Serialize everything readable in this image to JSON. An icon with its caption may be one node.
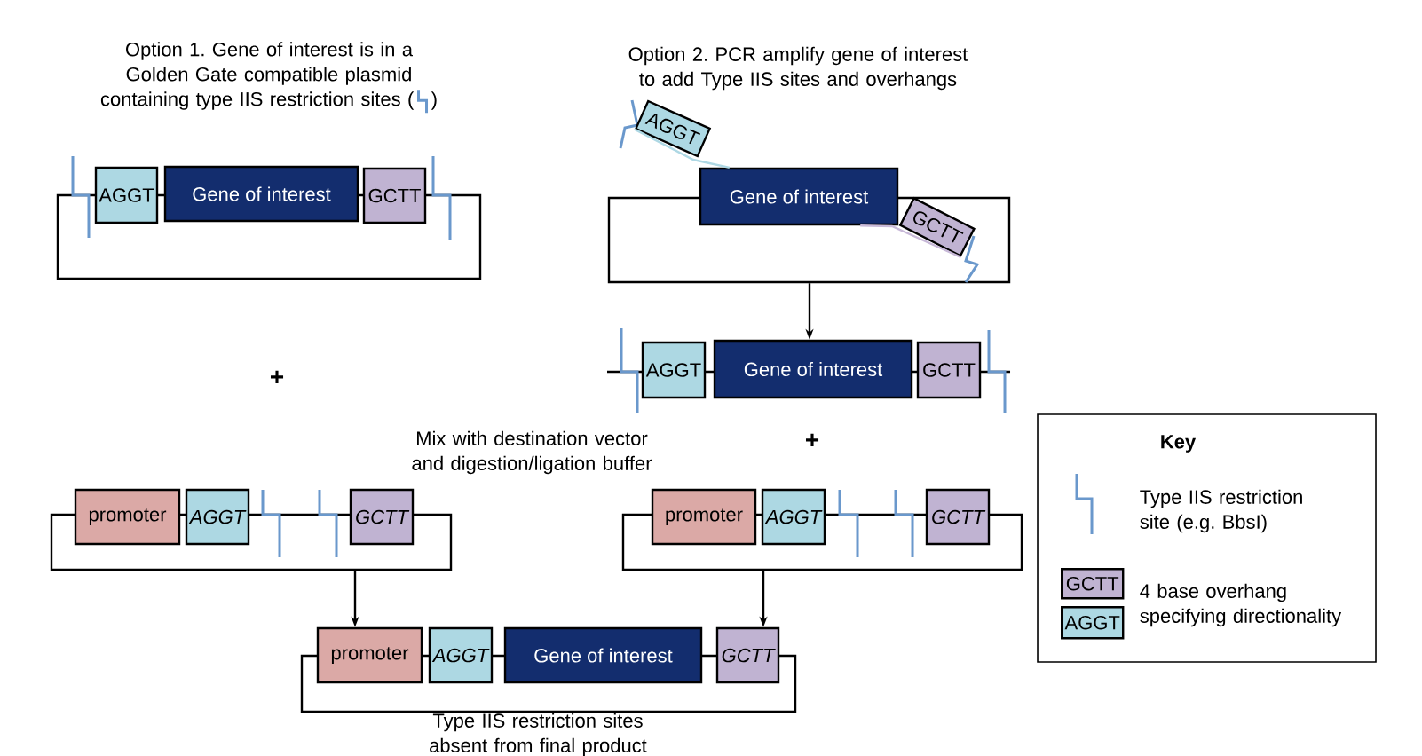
{
  "diagram": {
    "nodes": [
      {
        "text": [
          "AGGT"
        ]
      },
      {
        "text": [
          "Gene of interest"
        ]
      },
      {
        "text": [
          "GCTT"
        ]
      },
      {
        "text": [
          "AGGT"
        ]
      },
      {
        "text": [
          "Gene of interest"
        ]
      },
      {
        "text": [
          "GCTT"
        ],
        "in": 23
      },
      {
        "text": [
          "AGGT"
        ]
      },
      {
        "text": [
          "Gene of interest"
        ]
      },
      {
        "text": [
          "GCTT"
        ]
      },
      {
        "text": [
          "promoter"
        ]
      },
      {
        "text": [
          "AGGT"
        ]
      },
      {
        "text": [
          "GCTT"
        ]
      },
      {
        "text": [
          "promoter"
        ]
      },
      {
        "text": [
          "AGGT"
        ]
      },
      {
        "text": [
          "GCTT"
        ]
      },
      {
        "text": [
          "promoter"
        ]
      },
      {
        "text": [
          "AGGT"
        ]
      },
      {
        "text": [
          "Gene of interest"
        ]
      },
      {
        "text": [
          "GCTT"
        ]
      },
      {
        "text": [
          "Key"
        ]
      },
      {
        "text": [
          "GCTT"
        ],
        "in": 19
      },
      {
        "text": [
          "AGGT"
        ],
        "in": 19
      },
      {
        "text": [],
        "shape": "box"
      },
      {
        "text": [],
        "shape": "box"
      },
      {
        "text": [],
        "shape": "box"
      },
      {
        "text": [],
        "shape": "box"
      },
      {
        "text": [],
        "shape": "box"
      }
    ],
    "edges": [
      {
        "from": 23,
        "to": 7,
        "arrow": "to"
      },
      {
        "from": 24,
        "to": 15,
        "arrow": "to"
      },
      {
        "from": 25,
        "to": 18,
        "arrow": "to"
      },
      {
        "from": 3,
        "to": 4,
        "arrow": "none",
        "color": "#aed8e4"
      },
      {
        "from": 4,
        "to": 5,
        "arrow": "none",
        "color": "#c8b9d8"
      }
    ],
    "labels": [
      "Option 1. Gene of interest is in a Golden Gate compatible plasmid containing type IIS restriction sites (",
      ")",
      "Option 2. PCR amplify gene of interest to add Type IIS sites and overhangs",
      "+",
      "+",
      "Mix with destination vector and digestion/ligation buffer",
      "Type IIS restriction sites absent from final product"
    ],
    "legend": [
      {
        "text": "Type IIS restriction site (e.g. BbsI)"
      },
      {
        "text": "4 base overhang specifying directionality"
      }
    ]
  }
}
